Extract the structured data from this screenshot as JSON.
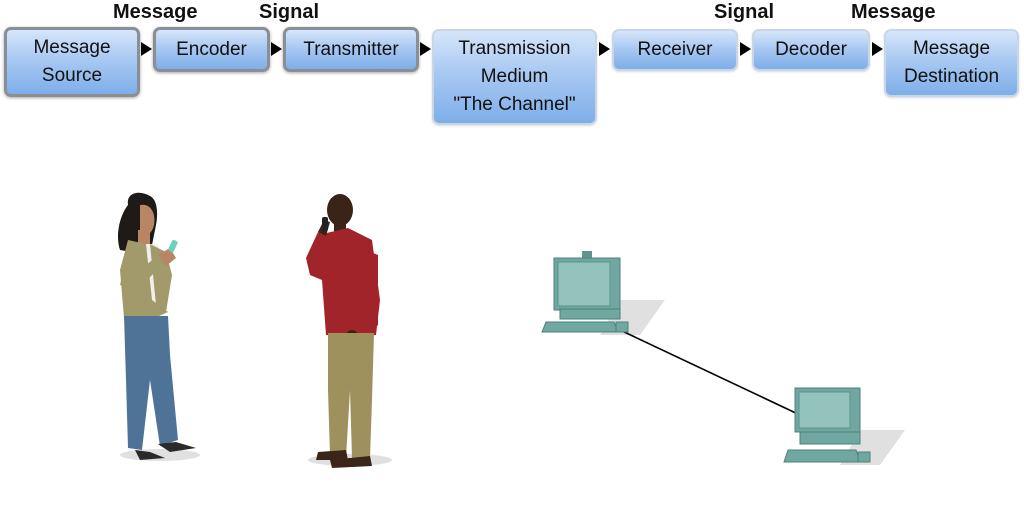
{
  "top_labels": {
    "message_left": "Message",
    "signal_left": "Signal",
    "signal_right": "Signal",
    "message_right": "Message"
  },
  "stages": [
    {
      "label": "Message\nSource"
    },
    {
      "label": "Encoder"
    },
    {
      "label": "Transmitter"
    },
    {
      "label": "Transmission\nMedium\n\"The Channel\""
    },
    {
      "label": "Receiver"
    },
    {
      "label": "Decoder"
    },
    {
      "label": "Message\nDestination"
    }
  ],
  "illustration_icons": [
    "woman-texting-icon",
    "man-on-phone-icon",
    "computer-icon",
    "computer-icon",
    "network-cable-icon"
  ],
  "colors": {
    "box_top": "#d6e6fb",
    "box_bottom": "#7eaee9",
    "computer": "#6fa8a0"
  }
}
